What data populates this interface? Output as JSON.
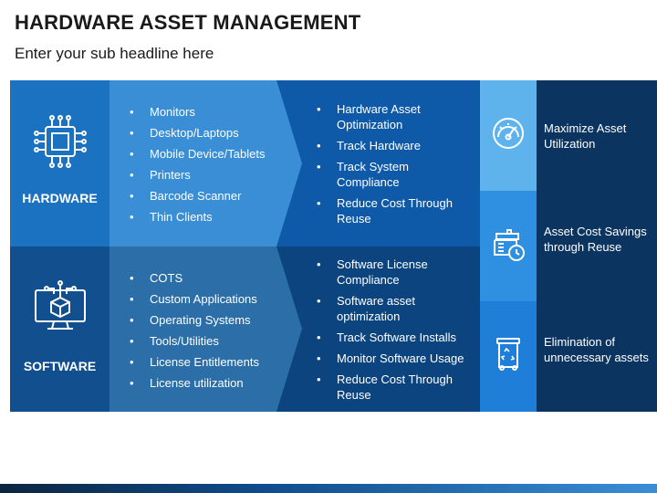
{
  "title": "HARDWARE ASSET MANAGEMENT",
  "subtitle": "Enter your sub headline here",
  "categories": [
    {
      "label": "HARDWARE",
      "icon": "cpu-chip-icon",
      "items": [
        "Monitors",
        "Desktop/Laptops",
        "Mobile Device/Tablets",
        "Printers",
        "Barcode Scanner",
        "Thin Clients"
      ],
      "benefits": [
        "Hardware Asset Optimization",
        "Track Hardware",
        "Track System Compliance",
        "Reduce Cost Through Reuse"
      ]
    },
    {
      "label": "SOFTWARE",
      "icon": "monitor-cube-icon",
      "items": [
        "COTS",
        "Custom Applications",
        "Operating Systems",
        "Tools/Utilities",
        "License Entitlements",
        "License utilization"
      ],
      "benefits": [
        "Software License Compliance",
        "Software asset optimization",
        "Track Software Installs",
        "Monitor Software Usage",
        "Reduce Cost Through Reuse"
      ]
    }
  ],
  "results": [
    {
      "icon": "speedometer-icon",
      "text": "Maximize Asset Utilization",
      "color": "#5fb3ec"
    },
    {
      "icon": "calendar-clock-icon",
      "text": "Asset Cost Savings through Reuse",
      "color": "#2f8fe0"
    },
    {
      "icon": "recycle-bin-icon",
      "text": "Elimination of unnecessary assets",
      "color": "#1f7fd8"
    }
  ],
  "colors": {
    "hardware": "#1a72c0",
    "software": "#114f8f",
    "results_panel": "#0b3560"
  }
}
